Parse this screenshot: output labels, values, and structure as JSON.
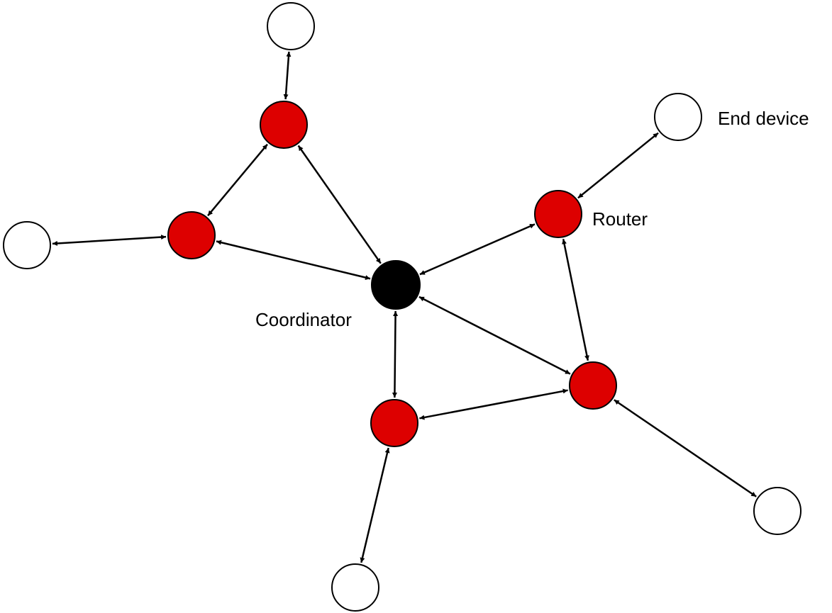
{
  "labels": {
    "coordinator": "Coordinator",
    "router": "Router",
    "end_device": "End device"
  },
  "colors": {
    "coordinator": "#000000",
    "router": "#dd0000",
    "end_device": "#ffffff"
  },
  "nodes": [
    {
      "id": "coord",
      "role": "coordinator"
    },
    {
      "id": "r_top",
      "role": "router"
    },
    {
      "id": "r_left",
      "role": "router"
    },
    {
      "id": "r_right",
      "role": "router"
    },
    {
      "id": "r_lowright",
      "role": "router"
    },
    {
      "id": "r_bottom",
      "role": "router"
    },
    {
      "id": "e_top",
      "role": "end_device"
    },
    {
      "id": "e_left",
      "role": "end_device"
    },
    {
      "id": "e_topright",
      "role": "end_device"
    },
    {
      "id": "e_lowright",
      "role": "end_device"
    },
    {
      "id": "e_bottom",
      "role": "end_device"
    }
  ],
  "links": [
    [
      "e_top",
      "r_top"
    ],
    [
      "r_top",
      "r_left"
    ],
    [
      "r_top",
      "coord"
    ],
    [
      "e_left",
      "r_left"
    ],
    [
      "r_left",
      "coord"
    ],
    [
      "e_topright",
      "r_right"
    ],
    [
      "r_right",
      "coord"
    ],
    [
      "r_right",
      "r_lowright"
    ],
    [
      "coord",
      "r_lowright"
    ],
    [
      "coord",
      "r_bottom"
    ],
    [
      "r_bottom",
      "r_lowright"
    ],
    [
      "r_bottom",
      "e_bottom"
    ],
    [
      "r_lowright",
      "e_lowright"
    ]
  ]
}
